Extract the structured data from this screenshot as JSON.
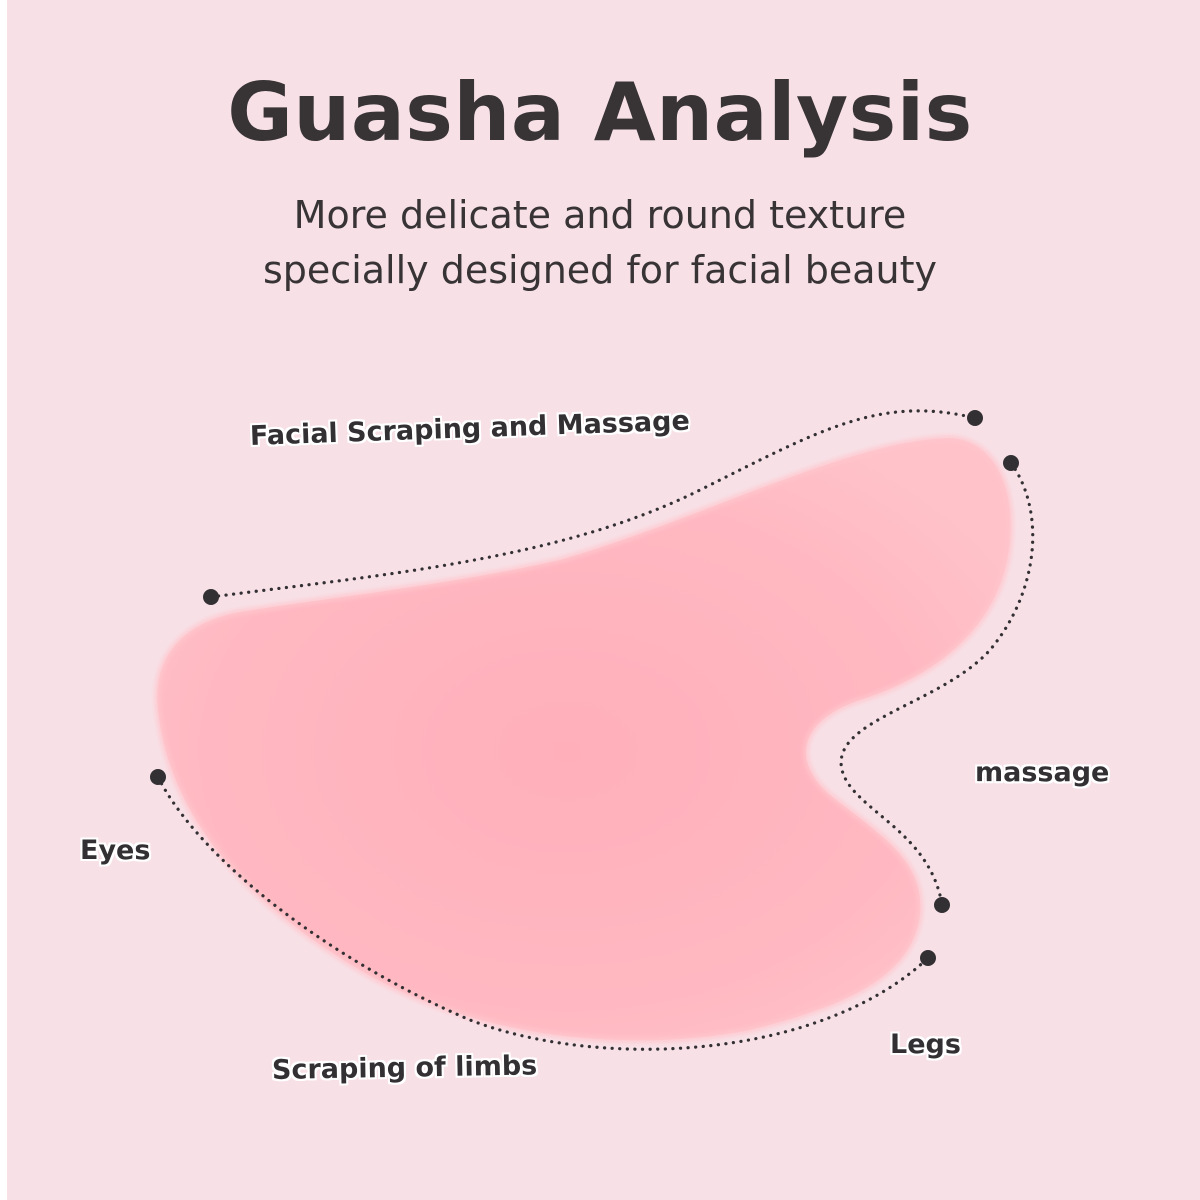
{
  "header": {
    "title": "Guasha Analysis",
    "subtitle_line1": "More delicate and round texture",
    "subtitle_line2": "specially designed for facial beauty"
  },
  "labels": {
    "facial": "Facial Scraping and Massage",
    "massage": "massage",
    "eyes": "Eyes",
    "legs": "Legs",
    "limbs": "Scraping of limbs"
  },
  "colors": {
    "background": "#f7e1e7",
    "stone": "#ffb3bd",
    "text": "#383436",
    "dot": "#333033"
  }
}
